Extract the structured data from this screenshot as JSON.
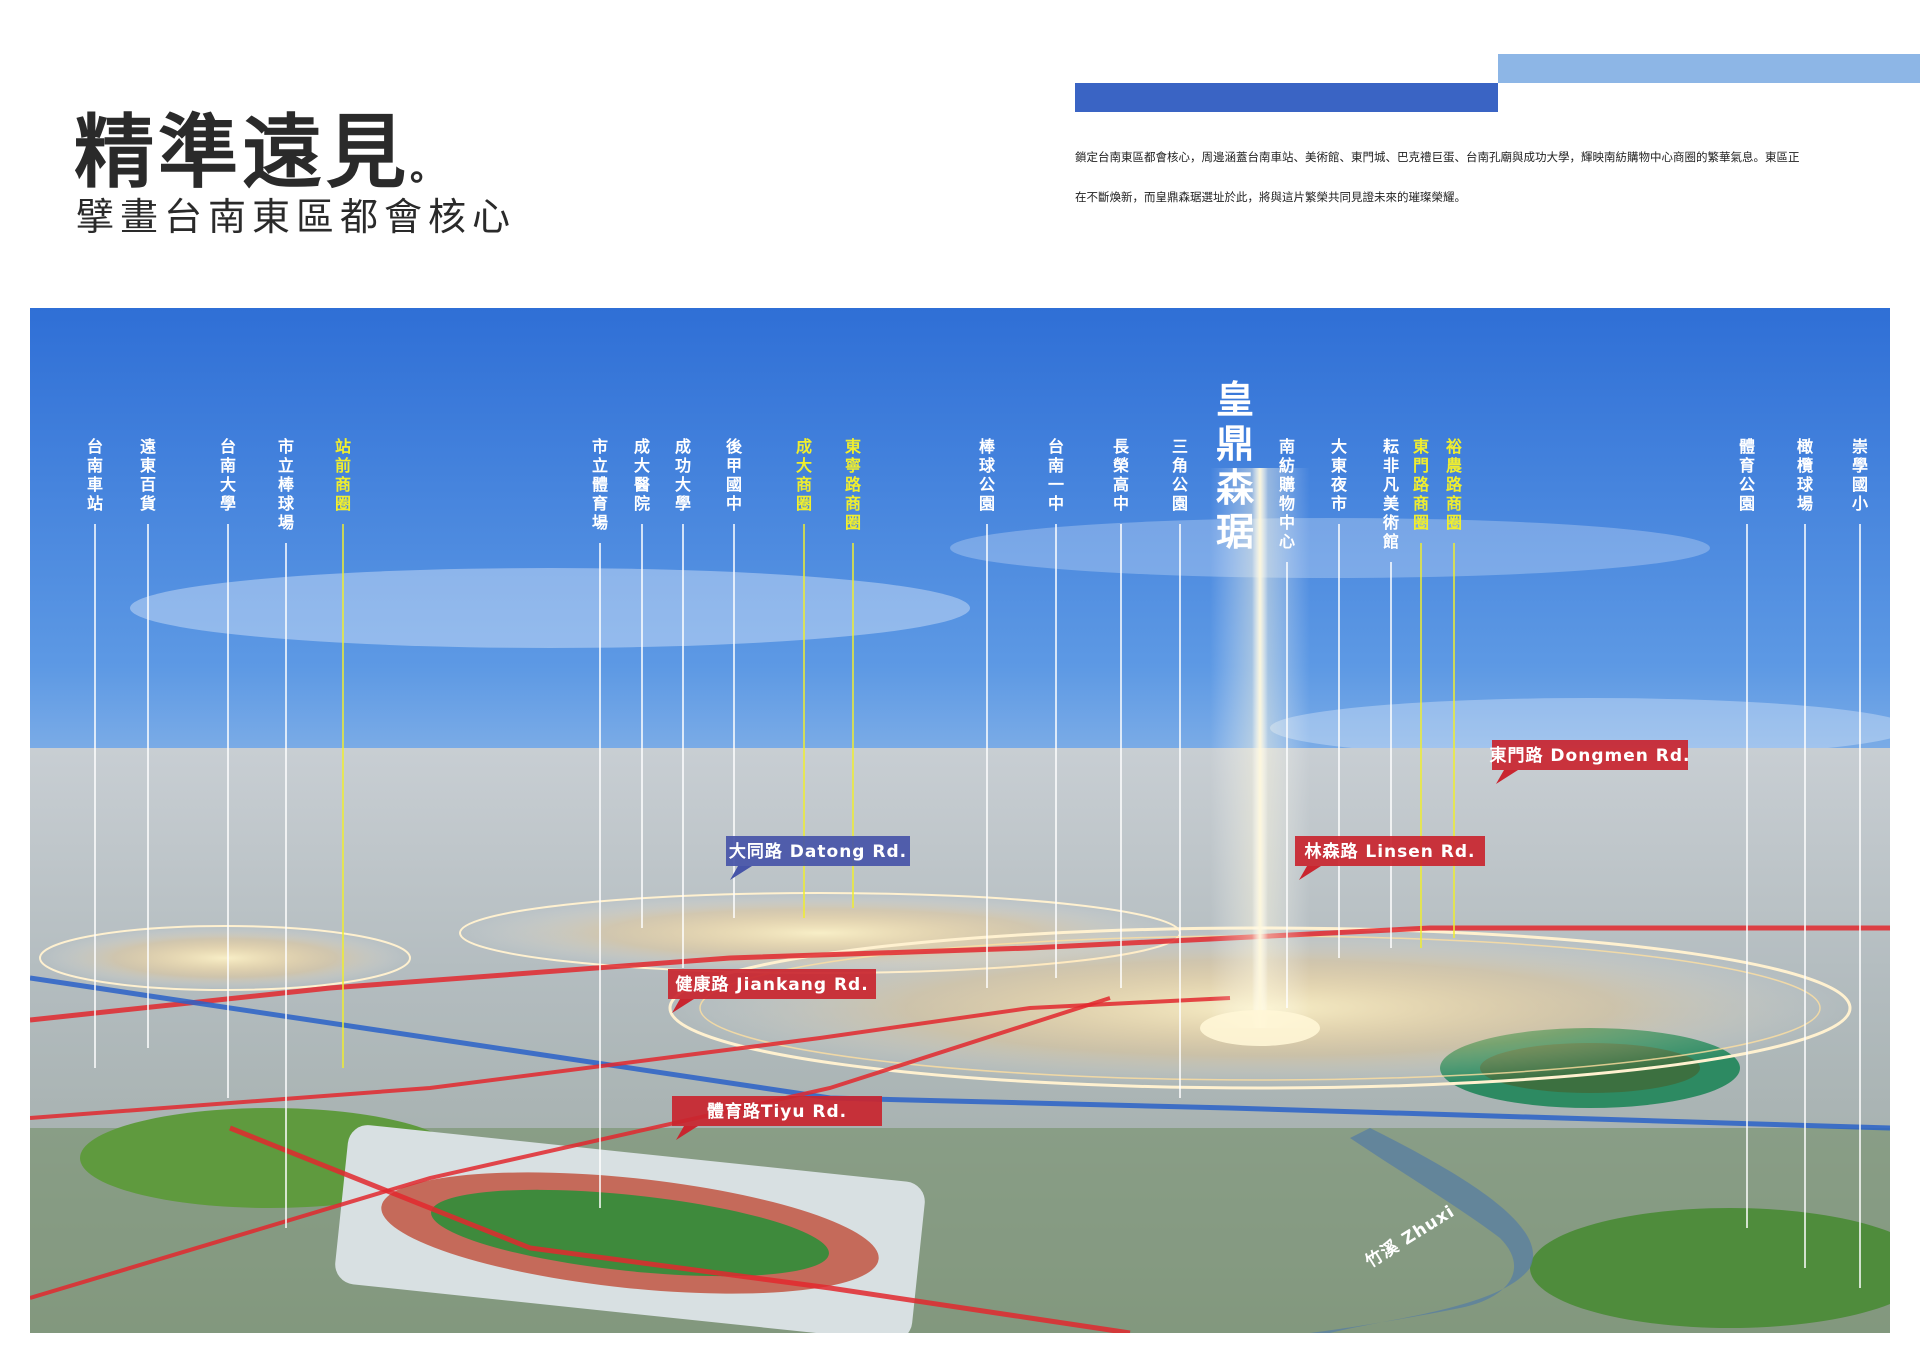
{
  "header": {
    "title": "精準遠見",
    "title_mark": "。",
    "subtitle": "擘畫台南東區都會核心",
    "intro": "鎖定台南東區都會核心，周邊涵蓋台南車站、美術館、東門城、巴克禮巨蛋、台南孔廟與成功大學，輝映南紡購物中心商圈的繁華氣息。東區正在不斷煥新，而皇鼎森琚選址於此，將與這片繁榮共同見證未來的璀璨榮耀。"
  },
  "colors": {
    "accent_dark": "#3a64c4",
    "accent_light": "#8db6e6",
    "road_red": "#e2282e",
    "road_blue": "#2a62c8",
    "highlight_yellow": "#f0ee2e",
    "label_white": "#ffffff"
  },
  "map": {
    "project_label": "皇鼎森琚",
    "landmarks": [
      {
        "name": "台南車站",
        "highlight": false
      },
      {
        "name": "遠東百貨",
        "highlight": false
      },
      {
        "name": "台南大學",
        "highlight": false
      },
      {
        "name": "市立棒球場",
        "highlight": false
      },
      {
        "name": "站前商圈",
        "highlight": true
      },
      {
        "name": "市立體育場",
        "highlight": false
      },
      {
        "name": "成大醫院",
        "highlight": false
      },
      {
        "name": "成功大學",
        "highlight": false
      },
      {
        "name": "後甲國中",
        "highlight": false
      },
      {
        "name": "成大商圈",
        "highlight": true
      },
      {
        "name": "東寧路商圈",
        "highlight": true
      },
      {
        "name": "棒球公園",
        "highlight": false
      },
      {
        "name": "台南一中",
        "highlight": false
      },
      {
        "name": "長榮高中",
        "highlight": false
      },
      {
        "name": "三角公園",
        "highlight": false
      },
      {
        "name": "南紡購物中心",
        "highlight": false
      },
      {
        "name": "大東夜市",
        "highlight": false
      },
      {
        "name": "耘非凡美術館",
        "highlight": false
      },
      {
        "name": "東門路商圈",
        "highlight": true
      },
      {
        "name": "裕農路商圈",
        "highlight": true
      },
      {
        "name": "體育公園",
        "highlight": false
      },
      {
        "name": "橄欖球場",
        "highlight": false
      },
      {
        "name": "崇學國小",
        "highlight": false
      }
    ],
    "roads": [
      {
        "label": "東門路 Dongmen Rd.",
        "color": "#e2282e"
      },
      {
        "label": "大同路 Datong Rd.",
        "color": "#2a62c8"
      },
      {
        "label": "林森路 Linsen Rd.",
        "color": "#e2282e"
      },
      {
        "label": "健康路 Jiankang Rd.",
        "color": "#e2282e"
      },
      {
        "label": "體育路Tiyu Rd.",
        "color": "#e2282e"
      }
    ],
    "river_label": "竹溪 Zhuxi"
  }
}
